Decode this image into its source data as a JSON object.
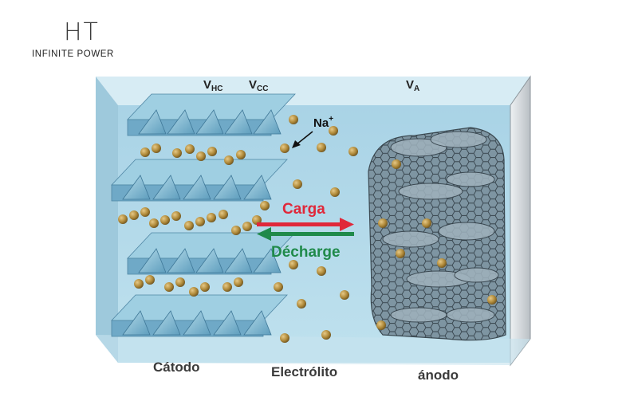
{
  "logo": {
    "mark": "HT",
    "tagline": "INFINITE POWER"
  },
  "labels": {
    "vhc_main": "V",
    "vhc_sub": "HC",
    "vcc_main": "V",
    "vcc_sub": "CC",
    "va_main": "V",
    "va_sub": "A",
    "ion": "Na",
    "ion_charge": "+",
    "charge": "Carga",
    "discharge": "Décharge",
    "cathode": "Cátodo",
    "electrolyte": "Electrólito",
    "anode": "ánodo"
  },
  "colors": {
    "electrolyte": "#b6dcec",
    "crystal": "#7fb7d2",
    "particle": "#b08a3a",
    "graphite": "#6f8591",
    "charge_arrow": "#e0283a",
    "discharge_arrow": "#1f8a4a"
  }
}
